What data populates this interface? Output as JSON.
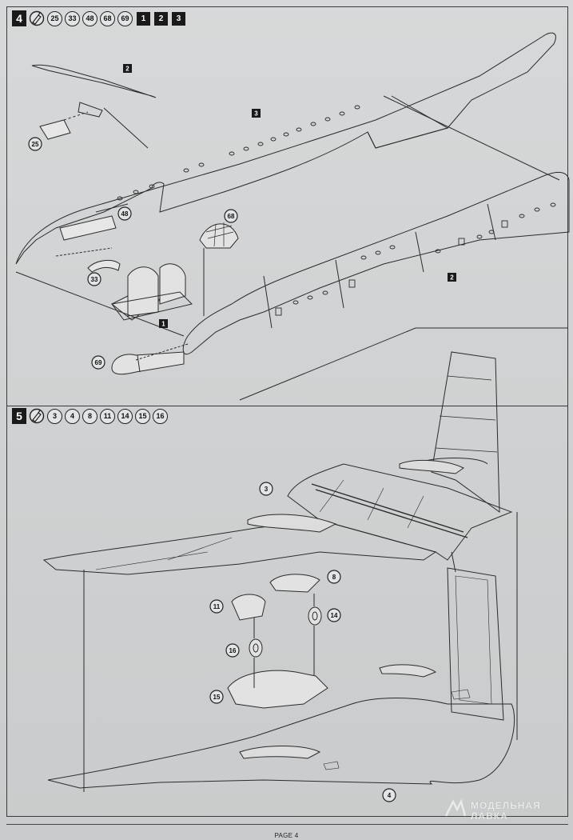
{
  "step4": {
    "number": "4",
    "glue_icon": "glue-tube-icon",
    "parts": [
      "25",
      "33",
      "48",
      "68",
      "69"
    ],
    "subassemblies": [
      "1",
      "2",
      "3"
    ],
    "callouts": {
      "part_25": "25",
      "part_48": "48",
      "part_33": "33",
      "part_68": "68",
      "part_69": "69",
      "sub_2_top": "2",
      "sub_3": "3",
      "sub_2_right": "2",
      "sub_1": "1"
    }
  },
  "step5": {
    "number": "5",
    "glue_icon": "glue-tube-icon",
    "parts": [
      "3",
      "4",
      "8",
      "11",
      "14",
      "15",
      "16"
    ],
    "callouts": {
      "part_3": "3",
      "part_8": "8",
      "part_11": "11",
      "part_14": "14",
      "part_16": "16",
      "part_15": "15",
      "part_4": "4"
    }
  },
  "footer": {
    "page_label": "PAGE 4"
  },
  "watermark": {
    "line1": "МОДЕЛЬНАЯ",
    "line2": "ЛАВКА",
    "icon": "ml-logo-icon"
  }
}
